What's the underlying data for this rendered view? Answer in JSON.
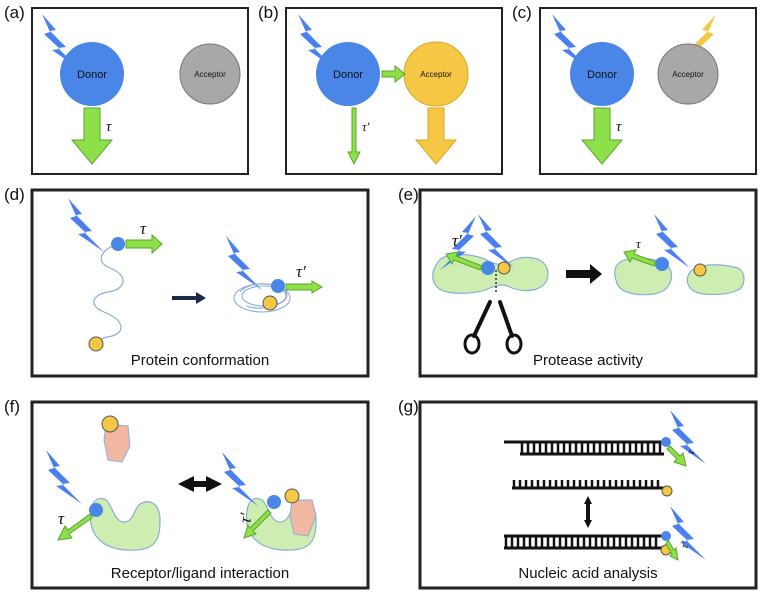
{
  "panels": {
    "a": {
      "letter": "(a)",
      "donor": "Donor",
      "acceptor": "Acceptor",
      "tau": "τ"
    },
    "b": {
      "letter": "(b)",
      "donor": "Donor",
      "acceptor": "Acceptor",
      "tau": "τ′"
    },
    "c": {
      "letter": "(c)",
      "donor": "Donor",
      "acceptor": "Acceptor",
      "tau": "τ"
    },
    "d": {
      "letter": "(d)",
      "caption": "Protein conformation",
      "tau1": "τ",
      "tau2": "τ′"
    },
    "e": {
      "letter": "(e)",
      "caption": "Protease activity",
      "tau1": "τ′",
      "tau2": "τ"
    },
    "f": {
      "letter": "(f)",
      "caption": "Receptor/ligand interaction",
      "tau1": "τ",
      "tau2": "τ′"
    },
    "g": {
      "letter": "(g)",
      "caption": "Nucleic acid analysis",
      "tau1": "τ",
      "tau2": "τ′"
    }
  },
  "colors": {
    "donor": "#4a86e8",
    "acceptor_off": "#a8a8a6",
    "acceptor_on": "#f6c744",
    "lightning": "#4a7ff0",
    "lightning_yellow": "#f6c744",
    "arrow_green": "#8ee04a",
    "arrow_orange": "#f6c744",
    "protein": "#cdeeb0",
    "ligand": "#f2b8a3",
    "frame": "#222222"
  }
}
